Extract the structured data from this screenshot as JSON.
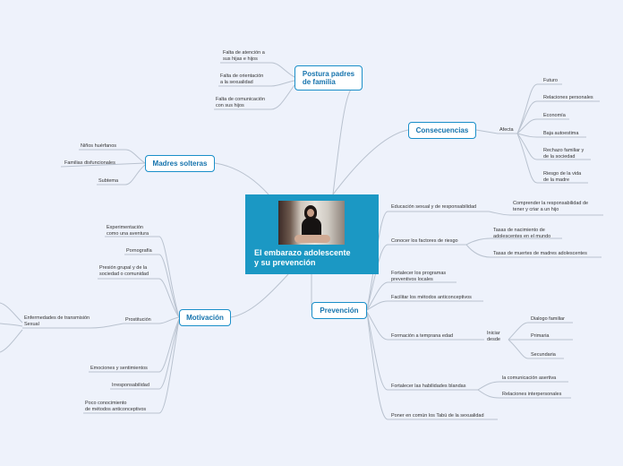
{
  "central": {
    "title_line1": "El embarazo adolescente",
    "title_line2": "y su prevención"
  },
  "branches": {
    "postura": {
      "line1": "Postura padres",
      "line2": "de familia"
    },
    "madres": "Madres solteras",
    "motivacion": "Motivación",
    "consecuencias": "Consecuencias",
    "prevencion": "Prevención"
  },
  "postura_items": [
    [
      "Falta de atención a",
      "sus hijas e hijos"
    ],
    [
      "Falta de orientación",
      "a la sexualidad"
    ],
    [
      "Falta de comunicación",
      "con sus hijos"
    ]
  ],
  "madres_items": [
    "Niños huérfanos",
    "Familias disfuncionales",
    "Subtema"
  ],
  "motivacion_items": [
    [
      "Experimentación",
      "como una aventura"
    ],
    [
      "Pornografía"
    ],
    [
      "Presión grupal y de la",
      "sociedad o comunidad"
    ],
    [
      "Prostitución"
    ],
    [
      "Emociones y sentimientos"
    ],
    [
      "Irresponsabilidad"
    ],
    [
      "Poco conocimiento",
      "de métodos anticonceptivos"
    ]
  ],
  "prostitucion_child": [
    "Enfermedades de transmisión",
    "Sexual"
  ],
  "consecuencias": {
    "afecta": "Afecta",
    "items": [
      [
        "Futuro"
      ],
      [
        "Relaciones personales"
      ],
      [
        "Economía"
      ],
      [
        "Baja autoestima"
      ],
      [
        "Rechazo familiar y",
        "de la sociedad"
      ],
      [
        "Riesgo de la vida",
        "de la madre"
      ]
    ]
  },
  "prevencion": {
    "educacion": "Educación sexual y de responsabilidad",
    "educacion_child": [
      "Comprender la responsabilidad de",
      "tener y criar a un hijo"
    ],
    "factores": "Conocer los factores de riesgo",
    "factores_children": [
      [
        "Tasas de nacimiento de",
        "adolescentes en el mundo"
      ],
      [
        "Tasas de muertes de madres adolescentes"
      ]
    ],
    "fortalecer_programas": [
      "Fortalecer los programas",
      "preventivos locales"
    ],
    "facilitar": "Facilitar los métodos anticonceptivos",
    "formacion": "Formación a temprana edad",
    "iniciar": [
      "Iniciar",
      "desde"
    ],
    "niveles": [
      "Dialogo familiar",
      "Primaria",
      "Secundaria"
    ],
    "habilidades": "Fortalecer las habilidades blandas",
    "habilidades_children": [
      "la comunicación asertiva",
      "Relaciones interpersonales"
    ],
    "tabu": "Poner en común los Tabú de la sexualidad"
  },
  "colors": {
    "background": "#eef2fb",
    "accent": "#1a8fc9",
    "central_fill": "#1b98c4",
    "connector": "#b9c2cf"
  }
}
